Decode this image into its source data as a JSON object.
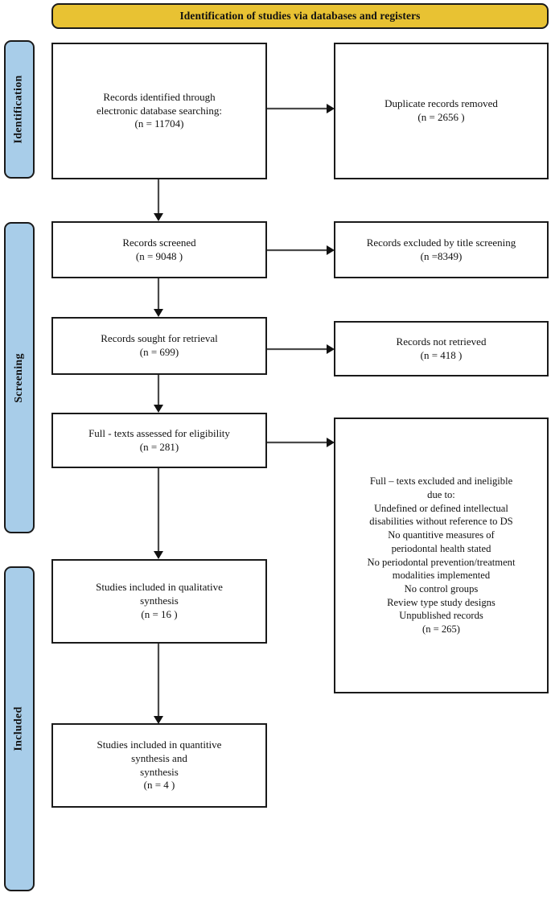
{
  "header": {
    "title": "Identification of studies via databases and registers"
  },
  "stages": [
    {
      "id": "identification",
      "label": "Identification"
    },
    {
      "id": "screening",
      "label": "Screening"
    },
    {
      "id": "included",
      "label": "Included"
    }
  ],
  "nodes": {
    "records_identified": {
      "text": "Records identified through\nelectronic database searching:\n(n = 11704)",
      "count": 11704
    },
    "duplicates_removed": {
      "text": "Duplicate records removed\n(n  = 2656 )",
      "count": 2656
    },
    "records_screened": {
      "text": "Records screened\n(n = 9048 )",
      "count": 9048
    },
    "records_excluded_title": {
      "text": "Records excluded by title screening\n(n =8349)",
      "count": 8349
    },
    "records_sought": {
      "text": "Records sought for retrieval\n(n = 699)",
      "count": 699
    },
    "records_not_retrieved": {
      "text": "Records not retrieved\n(n = 418 )",
      "count": 418
    },
    "fulltext_assessed": {
      "text": "Full - texts assessed for eligibility\n(n = 281)",
      "count": 281
    },
    "fulltext_excluded": {
      "text": "Full – texts excluded and ineligible\ndue to:\nUndefined or defined intellectual\ndisabilities without reference to DS\nNo quantitive measures of\nperiodontal health stated\nNo periodontal prevention/treatment\nmodalities implemented\nNo control groups\nReview type study designs\nUnpublished records\n(n = 265)",
      "count": 265
    },
    "qualitative_synthesis": {
      "text": "Studies included in qualitative\nsynthesis\n(n = 16 )",
      "count": 16
    },
    "quantitative_synthesis": {
      "text": "Studies included in quantitive\nsynthesis and\nsynthesis\n(n = 4 )",
      "count": 4
    }
  },
  "colors": {
    "banner_fill": "#E8C233",
    "stage_fill": "#A8CDE9",
    "border": "#1a1a1a",
    "box_fill": "#ffffff",
    "connector": "#4a4a4a"
  }
}
